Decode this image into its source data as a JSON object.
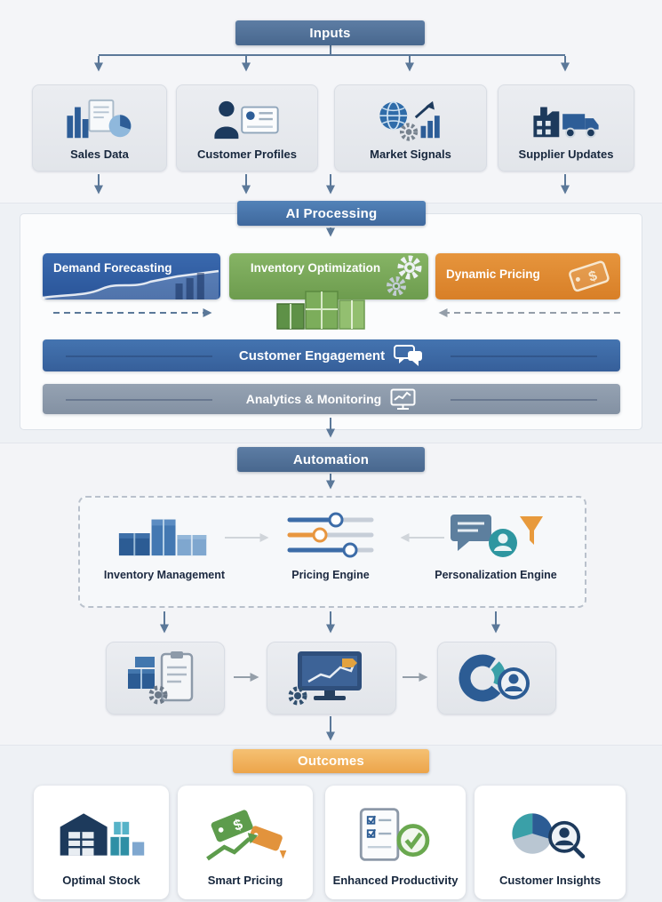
{
  "inputs": {
    "header": "Inputs",
    "items": [
      {
        "label": "Sales Data",
        "icon": "bar-chart-pie-icon"
      },
      {
        "label": "Customer Profiles",
        "icon": "person-id-card-icon"
      },
      {
        "label": "Market Signals",
        "icon": "globe-trend-gear-icon"
      },
      {
        "label": "Supplier Updates",
        "icon": "factory-truck-icon"
      }
    ]
  },
  "ai_processing": {
    "header": "AI Processing",
    "modules": [
      {
        "label": "Demand Forecasting",
        "icon": "forecast-area-chart-icon",
        "color": "#2f5fa6"
      },
      {
        "label": "Inventory Optimization",
        "icon": "green-boxes-gears-icon",
        "color": "#7bab5c"
      },
      {
        "label": "Dynamic Pricing",
        "icon": "price-tag-icon",
        "color": "#e18a31"
      }
    ],
    "engagement_bar": {
      "label": "Customer Engagement",
      "icon": "chat-bubbles-icon",
      "color": "#3e6da9"
    },
    "monitoring_bar": {
      "label": "Analytics & Monitoring",
      "icon": "monitor-chart-icon",
      "color": "#8c99aa"
    }
  },
  "automation": {
    "header": "Automation",
    "engines": [
      {
        "label": "Inventory Management",
        "icon": "stacked-boxes-icon"
      },
      {
        "label": "Pricing Engine",
        "icon": "sliders-icon"
      },
      {
        "label": "Personalization Engine",
        "icon": "chat-person-funnel-icon"
      }
    ],
    "output_icons": [
      {
        "icon": "clipboard-inventory-gear-icon"
      },
      {
        "icon": "monitor-pricing-analytics-icon"
      },
      {
        "icon": "pie-chart-person-icon"
      }
    ]
  },
  "outcomes": {
    "header": "Outcomes",
    "items": [
      {
        "label": "Optimal Stock",
        "icon": "warehouse-boxes-icon"
      },
      {
        "label": "Smart Pricing",
        "icon": "price-tags-growth-icon"
      },
      {
        "label": "Enhanced Productivity",
        "icon": "tablet-checklist-icon"
      },
      {
        "label": "Customer Insights",
        "icon": "pie-magnifier-person-icon"
      }
    ]
  },
  "colors": {
    "header_slate": "#4e6d94",
    "header_blue": "#4a78ad",
    "header_orange": "#f0b25c",
    "arrow_slate": "#5b7899",
    "arrow_gray": "#949ea9",
    "card_bg": "#e8eaef"
  }
}
